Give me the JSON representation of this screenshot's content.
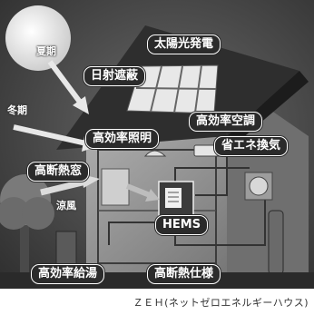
{
  "labels": {
    "solar": "太陽光発電",
    "shading": "日射遮蔽",
    "lighting": "高効率照明",
    "ac": "高効率空調",
    "ventilation": "省エネ換気",
    "window": "高断熱窓",
    "hems": "HEMS",
    "water_heater": "高効率給湯",
    "insulation": "高断熱仕様"
  },
  "annotations": {
    "summer": "夏期",
    "winter": "冬期",
    "breeze": "涼風"
  },
  "caption": "ＺＥＨ(ネットゼロエネルギーハウス)",
  "colors": {
    "background_dark": "#3a3a3a",
    "label_bg": "#2b2b2b",
    "house_wall": "#9a9a9a",
    "roof": "#2e2e2e",
    "solar_panel": "#e8e8e8"
  }
}
